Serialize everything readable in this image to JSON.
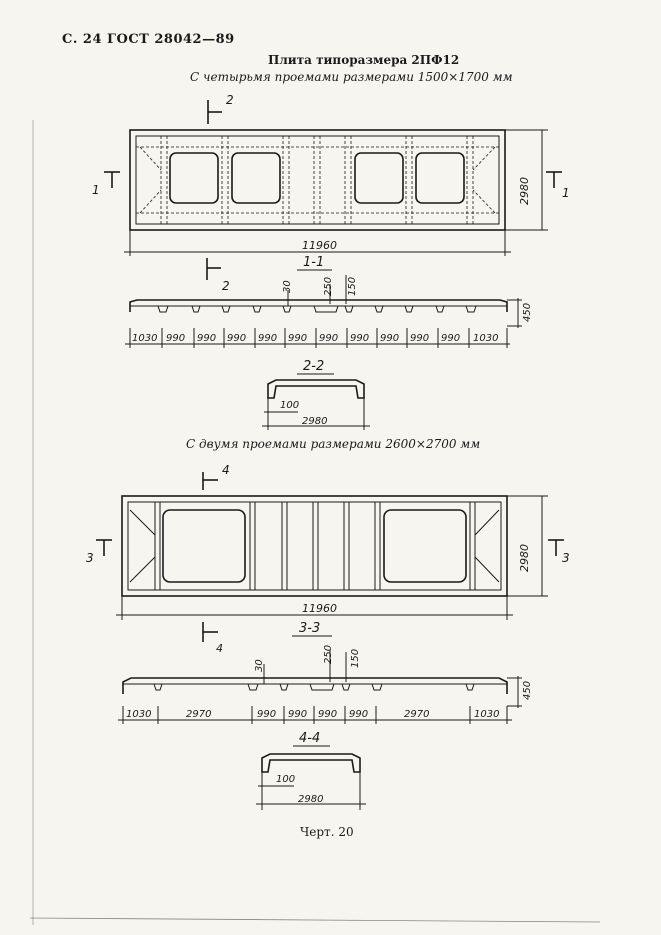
{
  "header": {
    "page_ref": "С. 24 ГОСТ 28042—89",
    "plate_title": "Плита типоразмера 2ПФ12",
    "subtitle_four": "С четырьмя проемами размерами 1500×1700 мм",
    "subtitle_two": "С двумя проемами размерами 2600×2700 мм",
    "caption": "Черт. 20"
  },
  "plan1": {
    "length": "11960",
    "width": "2980",
    "cut_left": "1",
    "cut_right": "1",
    "cut_top": "2",
    "cut_bottom": "2"
  },
  "section1": {
    "title": "1-1",
    "d30": "30",
    "d250": "250",
    "d150": "150",
    "height": "450",
    "spans": [
      "1030",
      "990",
      "990",
      "990",
      "990",
      "990",
      "990",
      "990",
      "990",
      "990",
      "990",
      "1030"
    ]
  },
  "section2": {
    "title": "2-2",
    "d100": "100",
    "width": "2980"
  },
  "plan2": {
    "length": "11960",
    "width": "2980",
    "cut_left": "3",
    "cut_right": "3",
    "cut_top": "4",
    "cut_bottom": "4"
  },
  "section3": {
    "title": "3-3",
    "d30": "30",
    "d250": "250",
    "d150": "150",
    "height": "450",
    "spans": [
      "1030",
      "2970",
      "990",
      "990",
      "990",
      "990",
      "2970",
      "1030"
    ]
  },
  "section4": {
    "title": "4-4",
    "d100": "100",
    "width": "2980"
  }
}
